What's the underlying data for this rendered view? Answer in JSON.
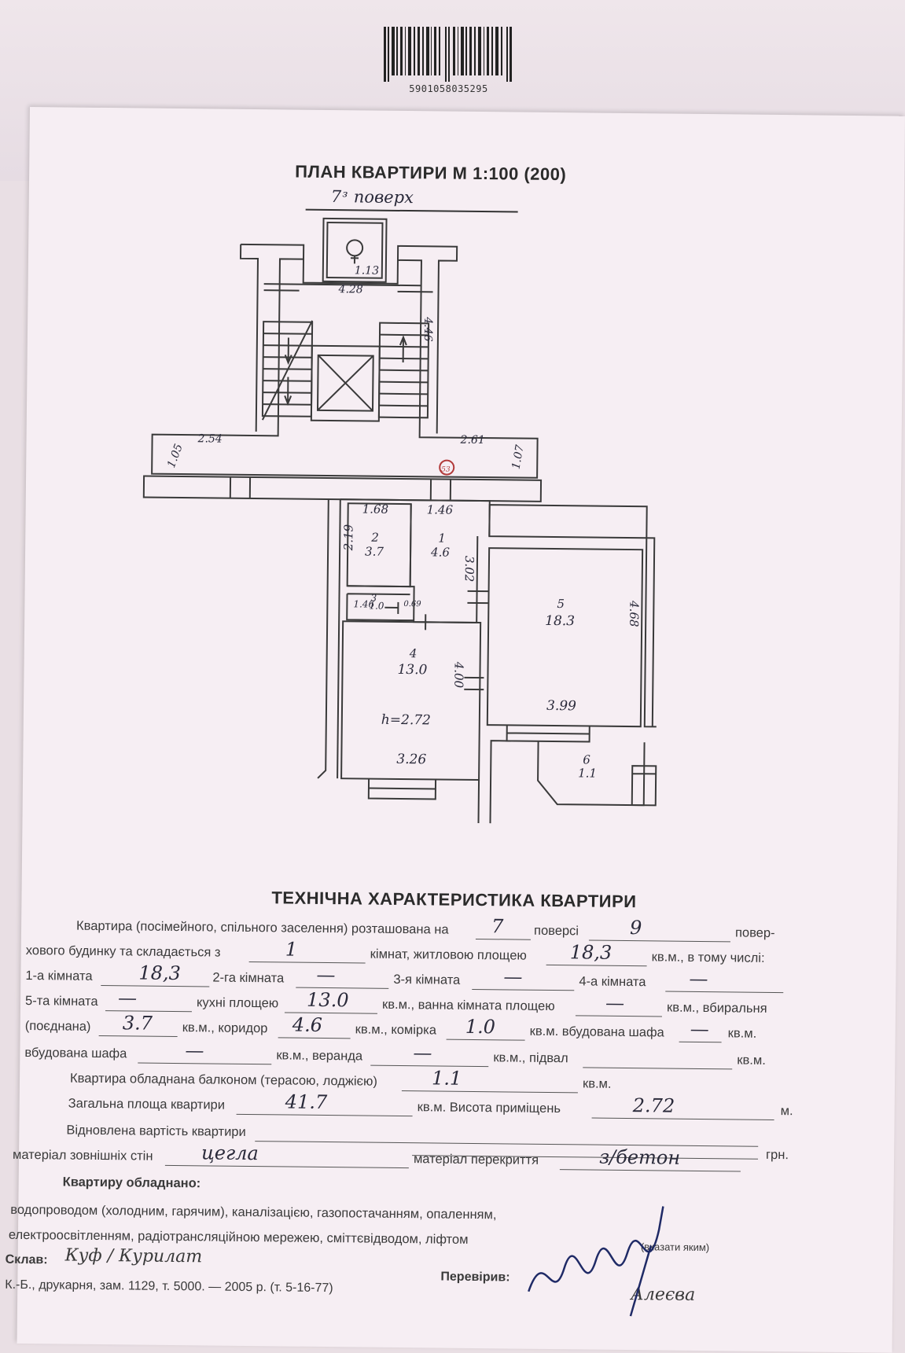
{
  "barcode": {
    "digits": "5901058035295"
  },
  "title": "ПЛАН КВАРТИРИ М 1:100 (200)",
  "floor_note": "7ᶟ поверх",
  "plan": {
    "stair_labels": [
      "1.13",
      "4.28",
      "4.46",
      "2.54",
      "1.05",
      "2.61",
      "1.07"
    ],
    "rooms": [
      {
        "number": "2",
        "area": "3.7",
        "dims": [
          "1.68",
          "2.19"
        ]
      },
      {
        "number": "1",
        "area": "4.6",
        "dims": [
          "1.46",
          "3.02"
        ]
      },
      {
        "number": "3",
        "area": "1.0",
        "dims": [
          "1.46",
          "0.69"
        ]
      },
      {
        "number": "4",
        "area": "13.0",
        "dims": [
          "4.00",
          "3.26"
        ]
      },
      {
        "number": "5",
        "area": "18.3",
        "dims": [
          "4.68",
          "3.99"
        ]
      },
      {
        "number": "6",
        "area": "1.1",
        "dims": []
      }
    ],
    "height_note": "h=2.72",
    "marker": "53"
  },
  "section_title": "ТЕХНІЧНА ХАРАКТЕРИСТИКА КВАРТИРИ",
  "form": {
    "l1": {
      "a": "Квартира (посімейного, спільного заселення) розташована на",
      "v1": "7",
      "b": "поверсі",
      "v2": "9",
      "c": "повер-"
    },
    "l2": {
      "a": "хового будинку та складається з",
      "v1": "1",
      "b": "кімнат, житловою площею",
      "v2": "18,3",
      "c": "кв.м., в тому числі:"
    },
    "l3": {
      "a": "1-а кімната",
      "v1": "18,3",
      "b": "2-га кімната",
      "v2": "—",
      "c": "3-я кімната",
      "v3": "—",
      "d": "4-а кімната",
      "v4": "—"
    },
    "l4": {
      "a": "5-та кімната",
      "v1": "—",
      "b": "кухні площею",
      "v2": "13.0",
      "c": "кв.м., ванна кімната площею",
      "v3": "—",
      "d": "кв.м., вбиральня"
    },
    "l5": {
      "a": "(поєднана)",
      "v1": "3.7",
      "b": "кв.м., коридор",
      "v2": "4.6",
      "c": "кв.м., комірка",
      "v3": "1.0",
      "d": "кв.м. вбудована шафа",
      "v4": "—",
      "e": "кв.м."
    },
    "l6": {
      "a": "вбудована шафа",
      "v1": "—",
      "b": "кв.м., веранда",
      "v2": "—",
      "c": "кв.м., підвал",
      "d": "кв.м."
    },
    "l7": {
      "a": "Квартира обладнана балконом (терасою, лоджією)",
      "v1": "1.1",
      "b": "кв.м."
    },
    "l8": {
      "a": "Загальна площа квартири",
      "v1": "41.7",
      "b": "кв.м. Висота приміщень",
      "v2": "2.72",
      "c": "м."
    },
    "l9": {
      "a": "Відновлена вартість квартири",
      "b": "грн."
    },
    "l10": {
      "a": "матеріал зовнішніх стін",
      "v1": "цегла",
      "b": "матеріал перекриття",
      "v2": "з/бетон"
    },
    "l11": {
      "a": "Квартиру обладнано:"
    },
    "l12": {
      "a": "водопроводом (холодним, гарячим), каналізацією, газопостачанням, опаленням,"
    },
    "l13": {
      "a": "електроосвітленням, радіотрансляційною мережею, сміттєвідводом, ліфтом",
      "b": "(вказати яким)"
    }
  },
  "footer": {
    "sklav_label": "Склав:",
    "sklav_sign": "Куф / Курилат",
    "print_info": "К.-Б., друкарня, зам. 1129, т. 5000. — 2005 р. (т. 5-16-77)",
    "checked_label": "Перевірив:",
    "checked_sign": "Алеєва"
  }
}
